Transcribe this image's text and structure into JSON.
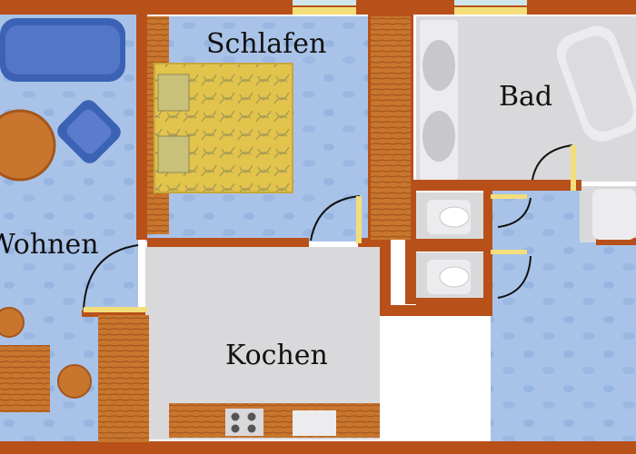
{
  "plan": {
    "rooms": [
      {
        "id": "wohnen",
        "label": "Wohnen"
      },
      {
        "id": "schlafen",
        "label": "Schlafen"
      },
      {
        "id": "bad",
        "label": "Bad"
      },
      {
        "id": "kochen",
        "label": "Kochen"
      }
    ]
  },
  "colors": {
    "wall": "#b8501a",
    "carpet": "#a9c3e8",
    "tile": "#d9d9dc",
    "window": "#f3de7a",
    "wood": "#c8762e",
    "sofa": "#3b62b5",
    "bed": "#e2c34c"
  }
}
